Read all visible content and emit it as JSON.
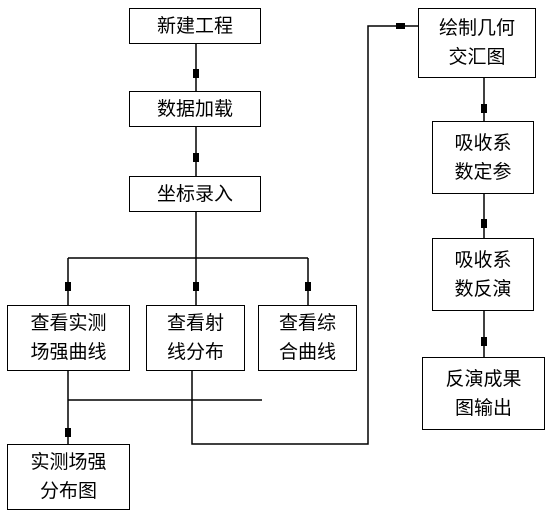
{
  "nodes": {
    "new_project": "新建工程",
    "data_load": "数据加载",
    "coord_input": "坐标录入",
    "view_field": [
      "查看实测",
      "场强曲线"
    ],
    "view_ray": [
      "查看射",
      "线分布"
    ],
    "view_combined": [
      "查看综",
      "合曲线"
    ],
    "field_distribution": [
      "实测场强",
      "分布图"
    ],
    "draw_geometry": [
      "绘制几何",
      "交汇图"
    ],
    "absorb_coeff": [
      "吸收系",
      "数定参"
    ],
    "absorb_inversion": [
      "吸收系",
      "数反演"
    ],
    "inversion_output": [
      "反演成果",
      "图输出"
    ]
  }
}
